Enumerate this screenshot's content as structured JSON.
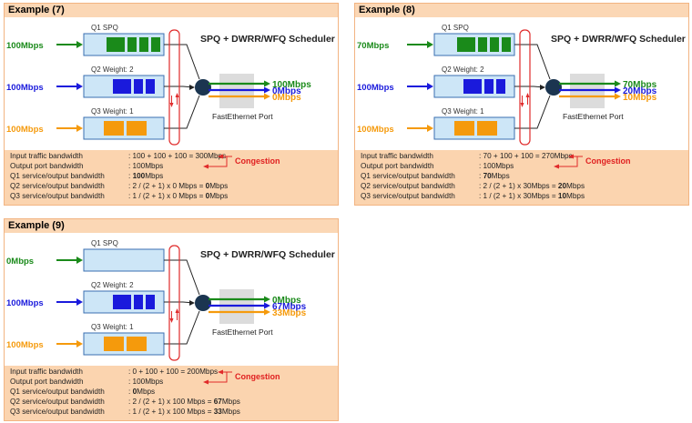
{
  "panels": [
    {
      "title": "Example (7)",
      "scheduler_label": "SPQ + DWRR/WFQ Scheduler",
      "port_label": "FastEthernet Port",
      "queues": [
        {
          "label": "Q1 SPQ",
          "input": "100Mbps",
          "color": "#1a8a1a",
          "blocks": 4
        },
        {
          "label": "Q2 Weight: 2",
          "input": "100Mbps",
          "color": "#1a1adc",
          "blocks": 3
        },
        {
          "label": "Q3 Weight: 1",
          "input": "100Mbps",
          "color": "#f59a0c",
          "blocks": 2
        }
      ],
      "outputs": [
        "100Mbps",
        "0Mbps",
        "0Mbps"
      ],
      "info": [
        {
          "label": "Input traffic bandwidth",
          "pre": ": 100 + 100 + 100 = 300Mbps",
          "bold": "",
          "post": ""
        },
        {
          "label": "Output port bandwidth",
          "pre": ": 100Mbps",
          "bold": "",
          "post": ""
        },
        {
          "label": "Q1 service/output bandwidth",
          "pre": ": ",
          "bold": "100",
          "post": "Mbps"
        },
        {
          "label": "Q2 service/output bandwidth",
          "pre": ": 2 / (2 + 1) x 0 Mbps = ",
          "bold": "0",
          "post": "Mbps"
        },
        {
          "label": "Q3 service/output bandwidth",
          "pre": ": 1 / (2 + 1) x 0 Mbps = ",
          "bold": "0",
          "post": "Mbps"
        }
      ],
      "congestion": "Congestion"
    },
    {
      "title": "Example (8)",
      "scheduler_label": "SPQ + DWRR/WFQ Scheduler",
      "port_label": "FastEthernet Port",
      "queues": [
        {
          "label": "Q1 SPQ",
          "input": "70Mbps",
          "color": "#1a8a1a",
          "blocks": 4
        },
        {
          "label": "Q2 Weight: 2",
          "input": "100Mbps",
          "color": "#1a1adc",
          "blocks": 3
        },
        {
          "label": "Q3 Weight: 1",
          "input": "100Mbps",
          "color": "#f59a0c",
          "blocks": 2
        }
      ],
      "outputs": [
        "70Mbps",
        "20Mbps",
        "10Mbps"
      ],
      "info": [
        {
          "label": "Input traffic bandwidth",
          "pre": ": 70 + 100 + 100 = 270Mbps",
          "bold": "",
          "post": ""
        },
        {
          "label": "Output port bandwidth",
          "pre": ": 100Mbps",
          "bold": "",
          "post": ""
        },
        {
          "label": "Q1 service/output bandwidth",
          "pre": ": ",
          "bold": "70",
          "post": "Mbps"
        },
        {
          "label": "Q2 service/output bandwidth",
          "pre": ": 2 / (2 + 1) x 30Mbps = ",
          "bold": "20",
          "post": "Mbps"
        },
        {
          "label": "Q3 service/output bandwidth",
          "pre": ": 1 / (2 + 1) x 30Mbps = ",
          "bold": "10",
          "post": "Mbps"
        }
      ],
      "congestion": "Congestion"
    },
    {
      "title": "Example (9)",
      "scheduler_label": "SPQ + DWRR/WFQ Scheduler",
      "port_label": "FastEthernet Port",
      "queues": [
        {
          "label": "Q1 SPQ",
          "input": "0Mbps",
          "color": "#1a8a1a",
          "blocks": 0
        },
        {
          "label": "Q2 Weight: 2",
          "input": "100Mbps",
          "color": "#1a1adc",
          "blocks": 3
        },
        {
          "label": "Q3 Weight: 1",
          "input": "100Mbps",
          "color": "#f59a0c",
          "blocks": 2
        }
      ],
      "outputs": [
        "0Mbps",
        "67Mbps",
        "33Mbps"
      ],
      "info": [
        {
          "label": "Input traffic bandwidth",
          "pre": ": 0 + 100 + 100 = 200Mbps",
          "bold": "",
          "post": ""
        },
        {
          "label": "Output port bandwidth",
          "pre": ": 100Mbps",
          "bold": "",
          "post": ""
        },
        {
          "label": "Q1 service/output bandwidth",
          "pre": ": ",
          "bold": "0",
          "post": "Mbps"
        },
        {
          "label": "Q2 service/output bandwidth",
          "pre": ": 2 / (2 + 1) x 100 Mbps = ",
          "bold": "67",
          "post": "Mbps"
        },
        {
          "label": "Q3 service/output bandwidth",
          "pre": ": 1 / (2 + 1) x 100 Mbps = ",
          "bold": "33",
          "post": "Mbps"
        }
      ],
      "congestion": "Congestion"
    }
  ]
}
